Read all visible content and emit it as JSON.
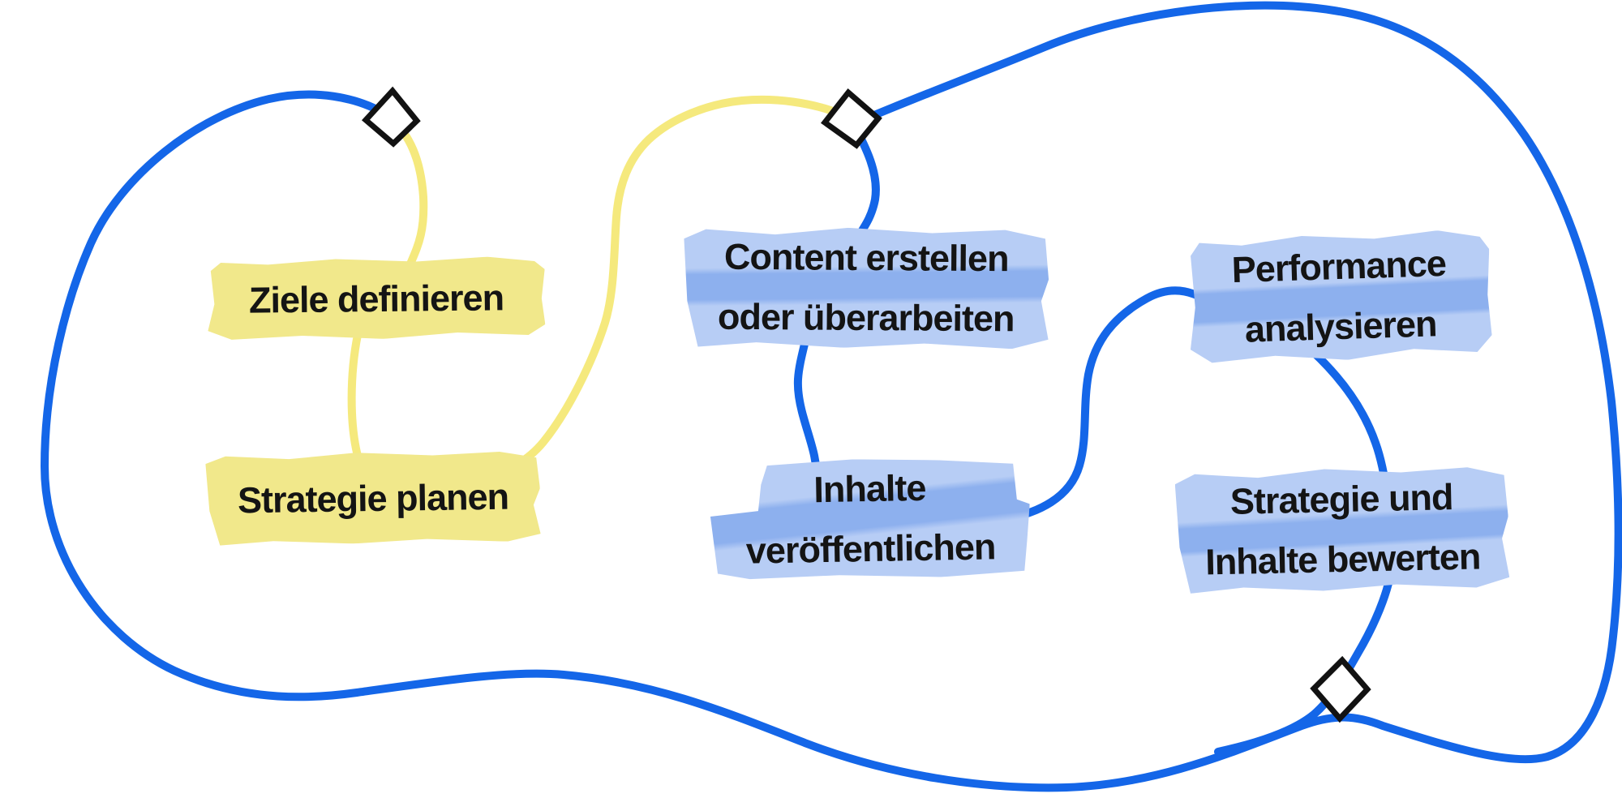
{
  "diagram": {
    "type": "flow-loop",
    "language": "de",
    "colors": {
      "line_blue": "#1466e8",
      "line_yellow": "#f5e97d",
      "highlight_yellow": "#f1e88b",
      "highlight_blue": "#b7cdf5",
      "highlight_blue_dark": "#8db0ee",
      "text": "#141414",
      "marker_stroke": "#121212",
      "marker_fill": "#ffffff",
      "background": "#ffffff"
    },
    "nodes": [
      {
        "id": "ziele-definieren",
        "phase": "yellow",
        "lines": [
          "Ziele definieren"
        ]
      },
      {
        "id": "strategie-planen",
        "phase": "yellow",
        "lines": [
          "Strategie planen"
        ]
      },
      {
        "id": "content-erstellen",
        "phase": "blue",
        "lines": [
          "Content erstellen",
          "oder überarbeiten"
        ]
      },
      {
        "id": "inhalte-veroeffentlichen",
        "phase": "blue",
        "lines": [
          "Inhalte",
          "veröffentlichen"
        ]
      },
      {
        "id": "performance-analysieren",
        "phase": "blue",
        "lines": [
          "Performance",
          "analysieren"
        ]
      },
      {
        "id": "strategie-inhalte-bewerten",
        "phase": "blue",
        "lines": [
          "Strategie und",
          "Inhalte bewerten"
        ]
      }
    ],
    "markers": [
      {
        "id": "decision-diamond-1",
        "shape": "diamond"
      },
      {
        "id": "decision-diamond-2",
        "shape": "diamond"
      },
      {
        "id": "decision-diamond-3",
        "shape": "diamond"
      }
    ],
    "edges": [
      {
        "from": "decision-diamond-1",
        "to": "ziele-definieren",
        "color": "yellow"
      },
      {
        "from": "ziele-definieren",
        "to": "strategie-planen",
        "color": "yellow"
      },
      {
        "from": "strategie-planen",
        "to": "decision-diamond-2",
        "color": "yellow"
      },
      {
        "from": "decision-diamond-2",
        "to": "content-erstellen",
        "color": "blue"
      },
      {
        "from": "content-erstellen",
        "to": "inhalte-veroeffentlichen",
        "color": "blue"
      },
      {
        "from": "inhalte-veroeffentlichen",
        "to": "performance-analysieren",
        "color": "blue"
      },
      {
        "from": "performance-analysieren",
        "to": "strategie-inhalte-bewerten",
        "color": "blue"
      },
      {
        "from": "strategie-inhalte-bewerten",
        "to": "decision-diamond-3",
        "color": "blue"
      },
      {
        "from": "decision-diamond-3",
        "to": "decision-diamond-1",
        "color": "blue",
        "via": "outer-loop"
      },
      {
        "from": "decision-diamond-2",
        "to": "decision-diamond-3",
        "color": "blue",
        "via": "outer-loop"
      }
    ]
  }
}
